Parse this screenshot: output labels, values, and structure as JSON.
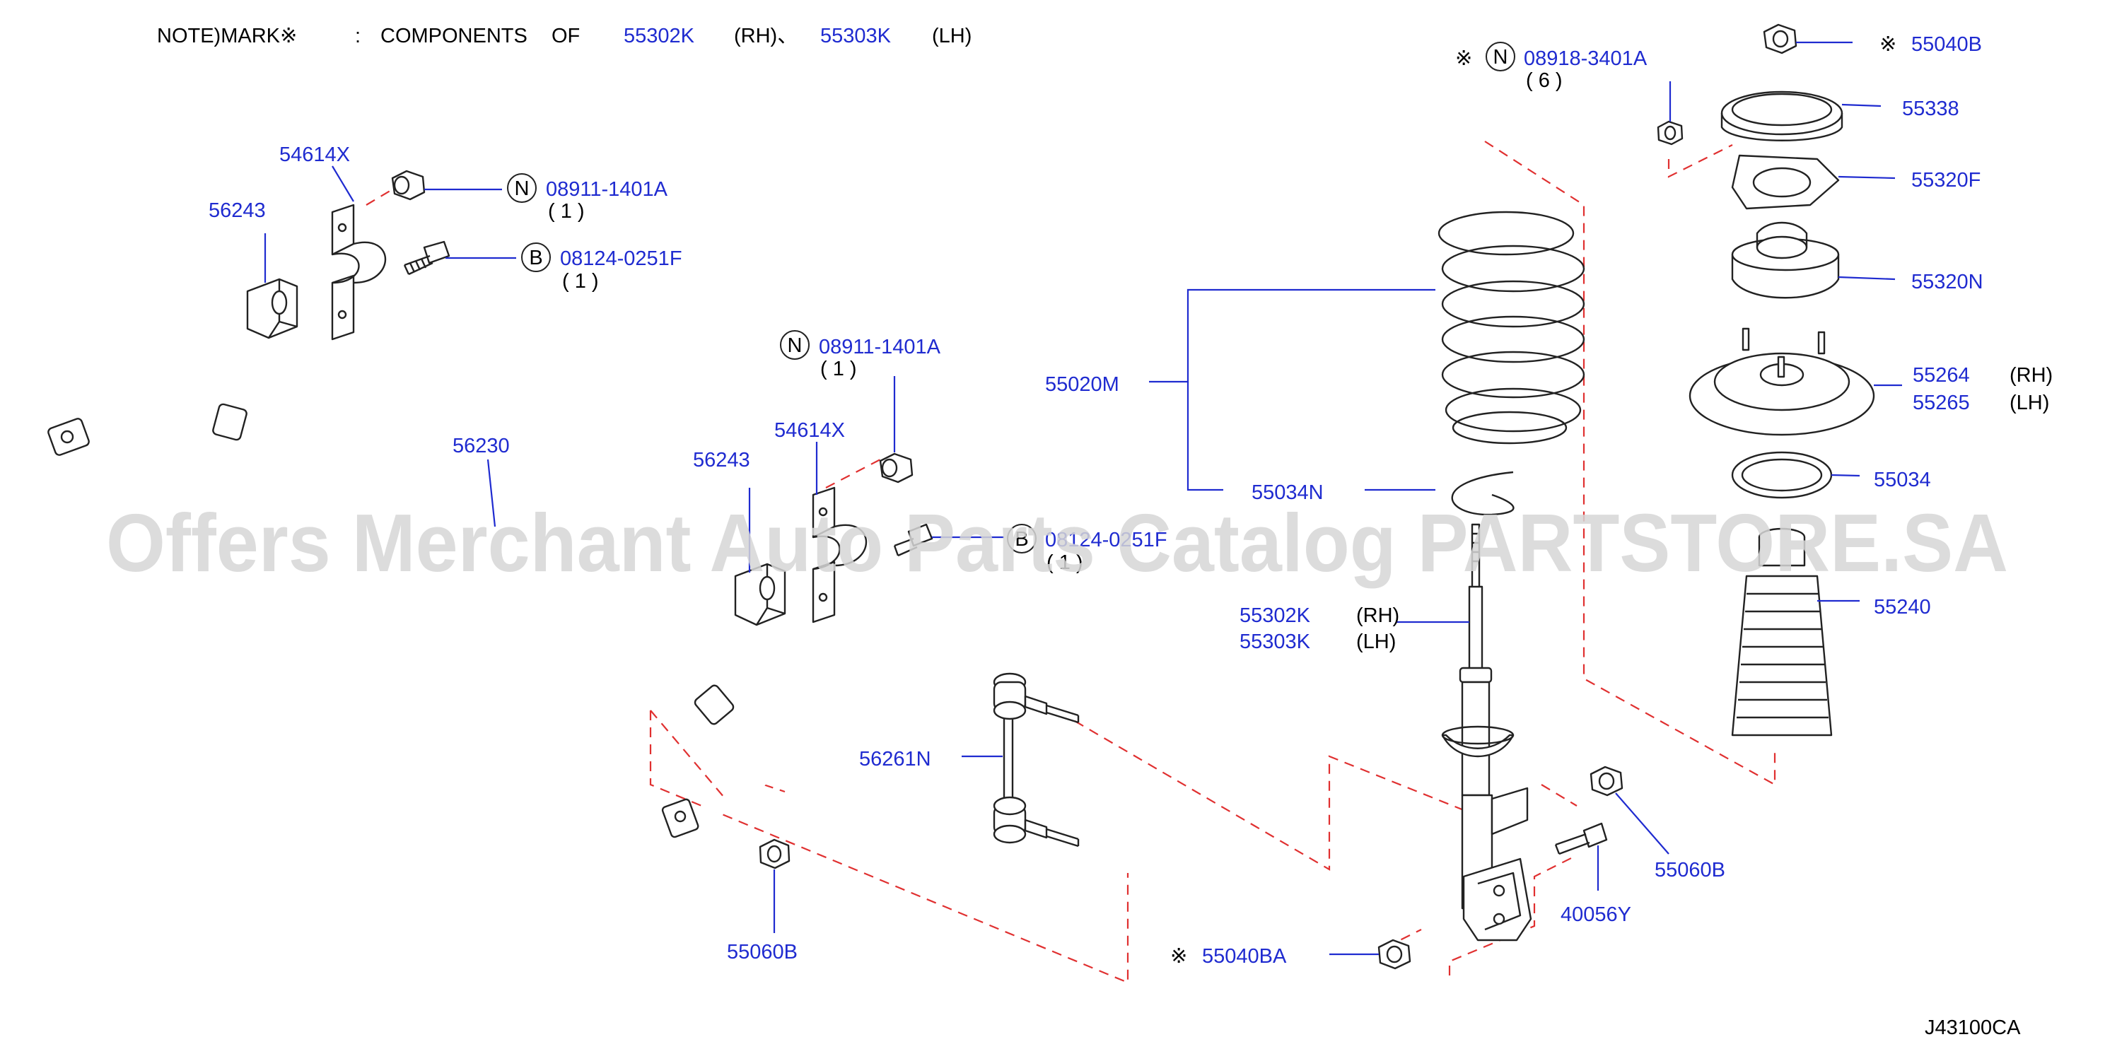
{
  "note": {
    "prefix": "NOTE)MARK※",
    "colon": ":",
    "components": "COMPONENTS",
    "of": "OF",
    "part_rh": "55302K",
    "rh": "(RH)、",
    "part_lh": "55303K",
    "lh": "(LH)"
  },
  "diagram_code": "J43100CA",
  "watermark": "Offers Merchant Auto Parts Catalog PARTSTORE.SA",
  "colors": {
    "part_number": "#1f2bd0",
    "leader": "#1f2bd0",
    "phantom_line": "#e03030",
    "text": "#000000"
  },
  "parts": {
    "p54614x_top": "54614X",
    "p56243_top": "56243",
    "n08911_top": "08911-1401A",
    "n08911_top_qty": "( 1 )",
    "b08124_top": "08124-0251F",
    "b08124_top_qty": "( 1 )",
    "n08911_mid": "08911-1401A",
    "n08911_mid_qty": "( 1 )",
    "p54614x_mid": "54614X",
    "p56243_mid": "56243",
    "b08124_mid": "08124-0251F",
    "b08124_mid_qty": "( 1 )",
    "p56230": "56230",
    "p56261n": "56261N",
    "p55060b_left": "55060B",
    "p55020m": "55020M",
    "p55034n": "55034N",
    "p55302k": "55302K",
    "p55302k_side": "(RH)",
    "p55303k": "55303K",
    "p55303k_side": "(LH)",
    "p55040ba": "55040BA",
    "p55040ba_mark": "※",
    "n08918": "08918-3401A",
    "n08918_qty": "( 6 )",
    "n08918_mark": "※",
    "p55040b": "55040B",
    "p55040b_mark": "※",
    "p55338": "55338",
    "p55320f": "55320F",
    "p55320n": "55320N",
    "p55264": "55264",
    "p55264_side": "(RH)",
    "p55265": "55265",
    "p55265_side": "(LH)",
    "p55034": "55034",
    "p55240": "55240",
    "p55060b_right": "55060B",
    "p40056y": "40056Y"
  },
  "callout_letters": {
    "nut": "N",
    "bolt": "B"
  }
}
